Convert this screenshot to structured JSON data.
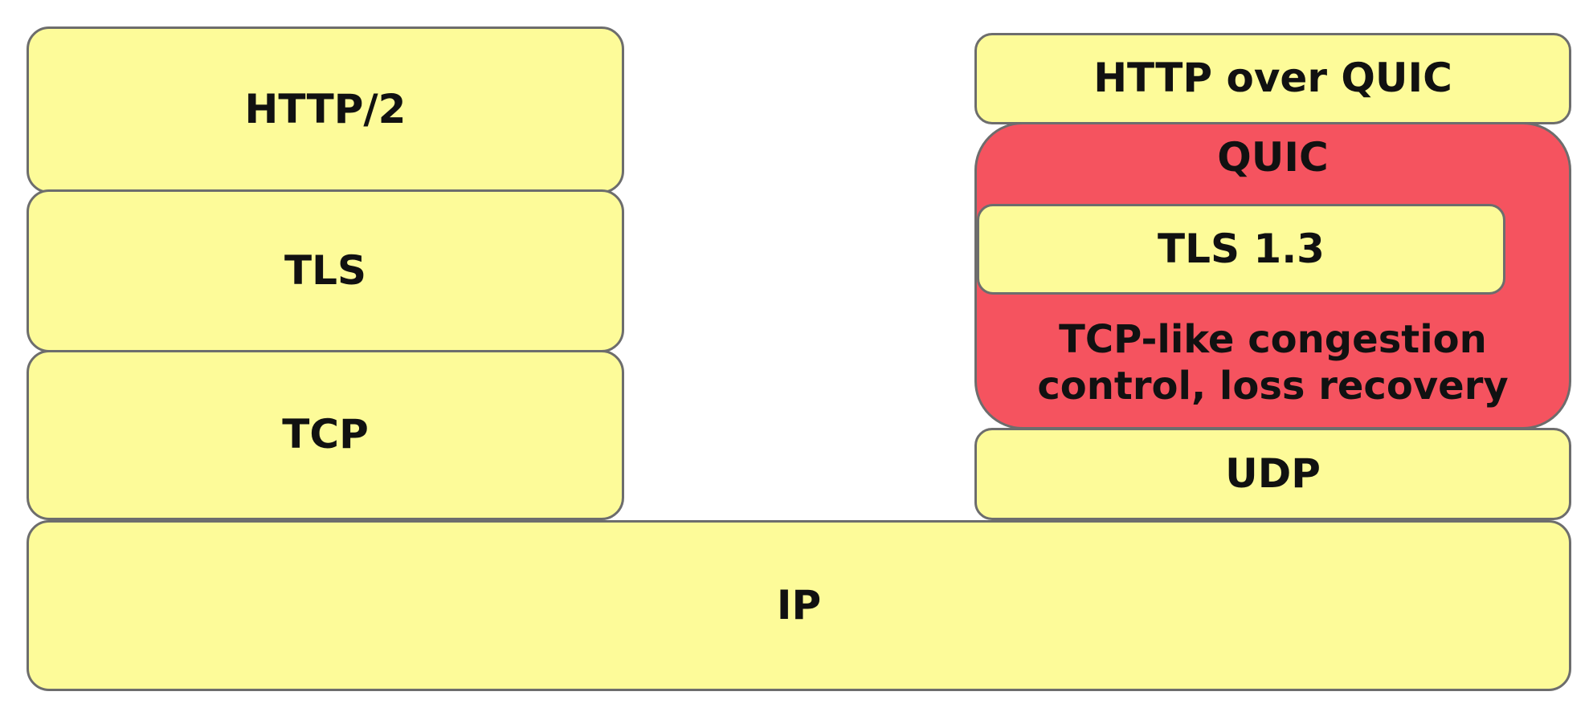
{
  "left_stack": {
    "http2": "HTTP/2",
    "tls": "TLS",
    "tcp": "TCP"
  },
  "right_stack": {
    "http_over_quic": "HTTP over QUIC",
    "quic": {
      "title": "QUIC",
      "tls13": "TLS 1.3",
      "description": "TCP-like congestion control, loss recovery"
    },
    "udp": "UDP"
  },
  "shared": {
    "ip": "IP"
  },
  "colors": {
    "layer_fill": "#fdfb99",
    "quic_fill": "#f5535f",
    "border": "#6d6d6d",
    "text": "#111111"
  }
}
